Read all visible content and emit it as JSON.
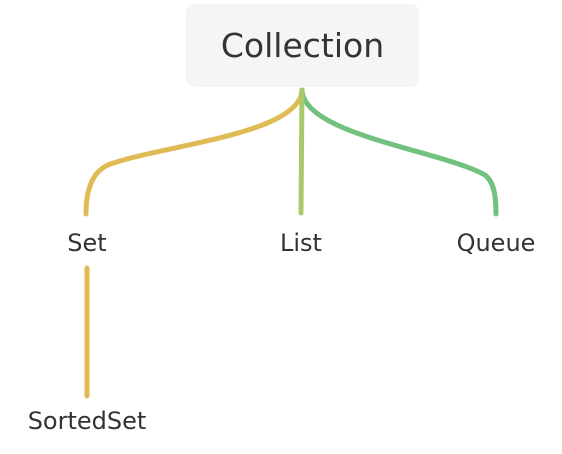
{
  "root": {
    "label": "Collection"
  },
  "children": [
    {
      "label": "Set",
      "color": "#e0bb55",
      "children": [
        {
          "label": "SortedSet"
        }
      ]
    },
    {
      "label": "List",
      "color": "#a8c96b"
    },
    {
      "label": "Queue",
      "color": "#72c17d"
    }
  ],
  "colors": {
    "root_background": "#f5f5f5",
    "text": "#333333",
    "set_branch": "#e0bb55",
    "list_branch": "#a8c96b",
    "queue_branch": "#72c17d"
  }
}
